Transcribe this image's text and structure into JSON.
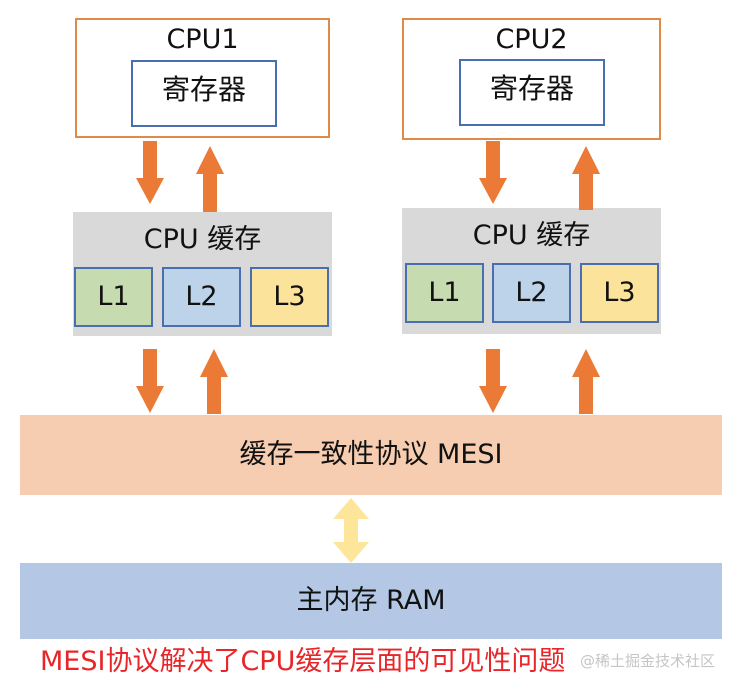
{
  "cpus": [
    {
      "title": "CPU1",
      "register_label": "寄存器"
    },
    {
      "title": "CPU2",
      "register_label": "寄存器"
    }
  ],
  "caches": [
    {
      "title": "CPU 缓存",
      "levels": [
        "L1",
        "L2",
        "L3"
      ]
    },
    {
      "title": "CPU 缓存",
      "levels": [
        "L1",
        "L2",
        "L3"
      ]
    }
  ],
  "protocol_label": "缓存一致性协议 MESI",
  "memory_label": "主内存 RAM",
  "caption": "MESI协议解决了CPU缓存层面的可见性问题",
  "watermark": "@稀土掘金技术社区",
  "colors": {
    "arrow": "#ea7a35",
    "bidirectional_arrow": "#fde69a",
    "caption": "#e8262a",
    "cpu_border": "#e08a4a",
    "register_border": "#4a6fb0"
  }
}
